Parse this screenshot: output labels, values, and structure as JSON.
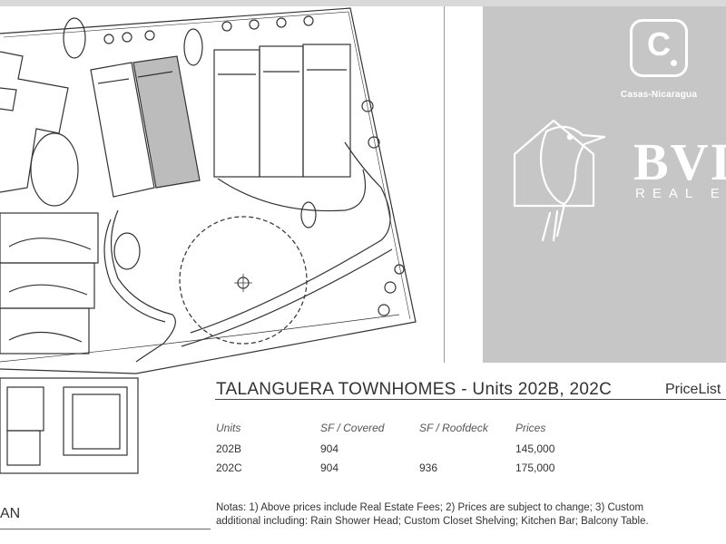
{
  "brand": {
    "logo_letter": "C",
    "logo_name": "Casas-Nicaragua",
    "company_mark": "BVI",
    "company_sub": "REAL ESTATE"
  },
  "doc": {
    "title": "TALANGUERA TOWNHOMES - Units 202B, 202C",
    "pricelist_label": "PriceList",
    "plan_label_tail": "AN"
  },
  "table": {
    "headers": [
      "Units",
      "SF / Covered",
      "SF / Roofdeck",
      "Prices"
    ],
    "rows": [
      [
        "202B",
        "904",
        "",
        "145,000"
      ],
      [
        "202C",
        "904",
        "936",
        "175,000"
      ]
    ]
  },
  "notes": {
    "line1": "Notas:  1) Above prices include Real Estate Fees;  2) Prices are subject to change;  3) Custom",
    "line2": "additional including: Rain Shower Head; Custom Closet Shelving; Kitchen Bar; Balcony Table."
  },
  "colors": {
    "panel": "#c6c6c6",
    "highlight_unit": "#bcbcbc",
    "line": "#333333"
  }
}
